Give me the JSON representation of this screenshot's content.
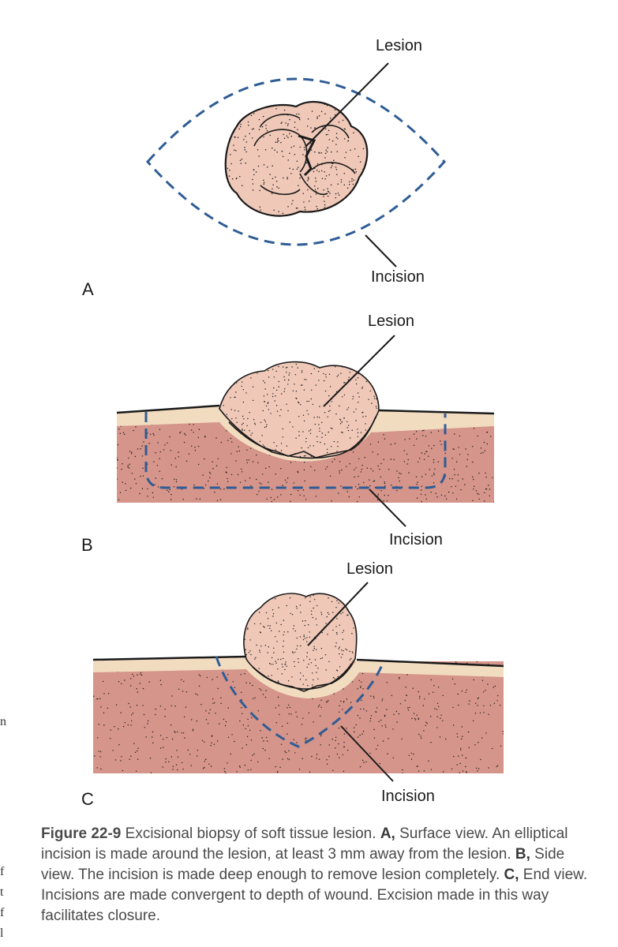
{
  "colors": {
    "lesion_fill": "#efc8b8",
    "tissue_fill": "#d5958a",
    "surface_layer": "#f2dcc0",
    "incision_dash": "#2f5d95",
    "outline": "#1a1a1a"
  },
  "panels": {
    "a": {
      "letter": "A",
      "lesion_label": "Lesion",
      "incision_label": "Incision"
    },
    "b": {
      "letter": "B",
      "lesion_label": "Lesion",
      "incision_label": "Incision"
    },
    "c": {
      "letter": "C",
      "lesion_label": "Lesion",
      "incision_label": "Incision"
    }
  },
  "caption": {
    "figure_label": "Figure 22-9",
    "text_1": " Excisional biopsy of soft tissue lesion. ",
    "a_key": "A,",
    "a_text": " Surface view. An elliptical incision is made around the lesion, at least 3 mm away from the lesion. ",
    "b_key": "B,",
    "b_text": " Side view. The incision is made deep enough to remove lesion completely. ",
    "c_key": "C,",
    "c_text": " End view. Incisions are made convergent to depth of wound. Excision made in this way facilitates closure."
  },
  "margin_fragments": [
    "n",
    "f",
    "t",
    "f",
    "l"
  ]
}
